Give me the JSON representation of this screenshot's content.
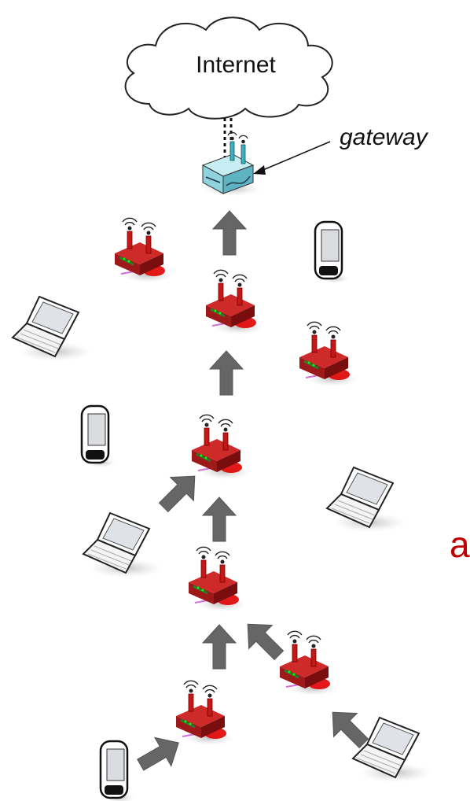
{
  "labels": {
    "internet": "Internet",
    "gateway": "gateway",
    "side_text": "a"
  },
  "colors": {
    "router_red": "#b3121a",
    "gateway_teal": "#8fd3de",
    "arrow_gray": "#666666",
    "side_text_red": "#c00000"
  },
  "icons": [
    "cloud-icon",
    "gateway-router-icon",
    "mesh-router-icon",
    "laptop-icon",
    "pda-icon",
    "arrow-icon"
  ]
}
